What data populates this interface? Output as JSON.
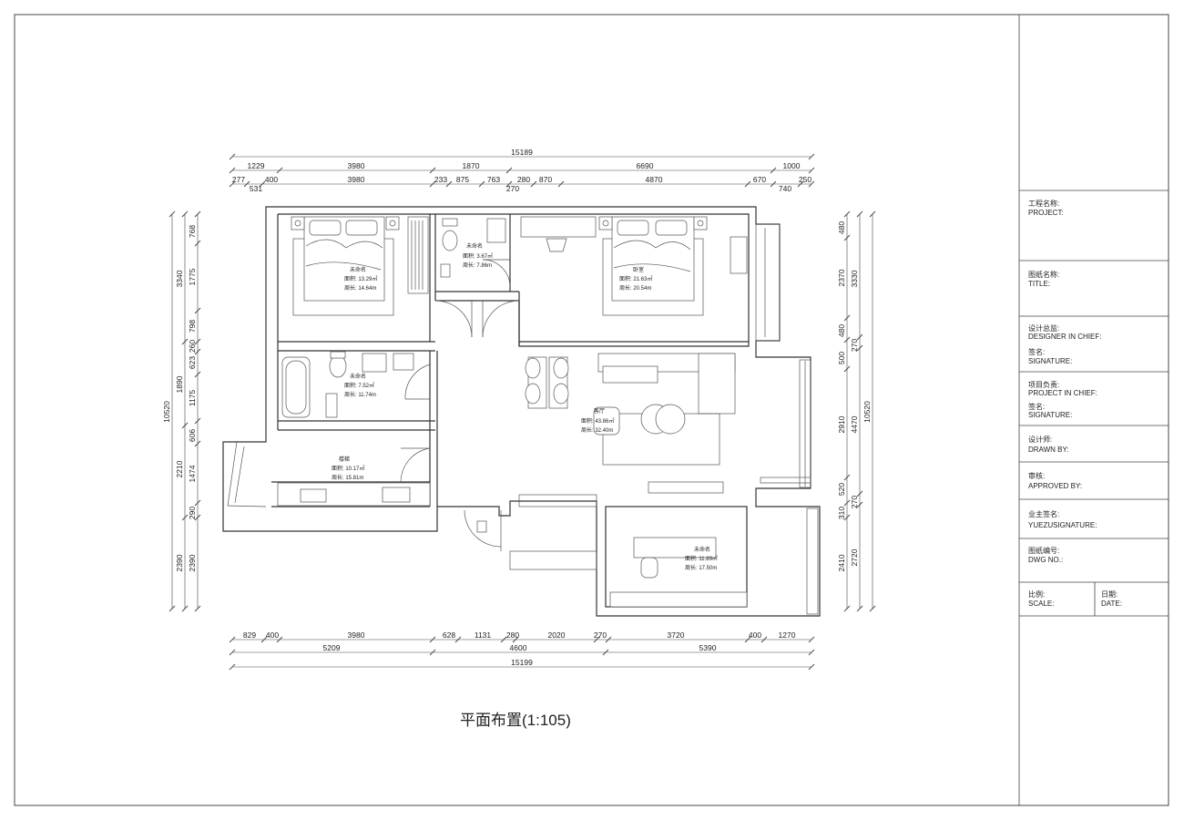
{
  "drawing": {
    "caption": "平面布置(1:105)"
  },
  "dimensions": {
    "top_total": "15189",
    "top_row1": [
      "1229",
      "3980",
      "1870",
      "6690",
      "1000"
    ],
    "top_row2": [
      "277",
      "400",
      "3980",
      "233",
      "875",
      "763",
      "280",
      "870",
      "4870",
      "670",
      "250"
    ],
    "top_row3": [
      "531",
      "270",
      "740"
    ],
    "bottom_row1": [
      "829",
      "400",
      "3980",
      "628",
      "1131",
      "280",
      "2020",
      "270",
      "3720",
      "400",
      "1270"
    ],
    "bottom_row2": [
      "5209",
      "4600",
      "5390"
    ],
    "bottom_total": "15199",
    "left_outer": "10520",
    "left_mid": [
      "3340",
      "1890",
      "2210",
      "2390"
    ],
    "left_inner": [
      "768",
      "1775",
      "798",
      "260",
      "623",
      "1175",
      "606",
      "1474",
      "290",
      "2390"
    ],
    "right_inner": [
      "480",
      "2370",
      "480",
      "500",
      "2910",
      "520",
      "310",
      "2410"
    ],
    "right_mid": [
      "3330",
      "270",
      "4470",
      "270",
      "2720"
    ],
    "right_outer": "10520"
  },
  "rooms": [
    {
      "name": "未命名",
      "area": "面积: 13.29㎡",
      "perimeter": "周长: 14.64m"
    },
    {
      "name": "未命名",
      "area": "面积: 3.67㎡",
      "perimeter": "周长: 7.86m"
    },
    {
      "name": "卧室",
      "area": "面积: 21.63㎡",
      "perimeter": "周长: 20.54m"
    },
    {
      "name": "未命名",
      "area": "面积: 7.52㎡",
      "perimeter": "周长: 11.74m"
    },
    {
      "name": "客厅",
      "area": "面积: 43.86㎡",
      "perimeter": "周长: 32.40m"
    },
    {
      "name": "楼梯",
      "area": "面积: 10.17㎡",
      "perimeter": "周长: 15.81m"
    },
    {
      "name": "未命名",
      "area": "面积: 11.89㎡",
      "perimeter": "周长: 17.50m"
    }
  ],
  "title_block": {
    "project_cn": "工程名称:",
    "project_en": "PROJECT:",
    "title_cn": "图纸名称:",
    "title_en": "TITLE:",
    "designer_chief_cn": "设计总监:",
    "designer_chief_en": "DESIGNER IN CHIEF:",
    "sign1_cn": "签名:",
    "sign1_en": "SIGNATURE:",
    "project_chief_cn": "项目负责:",
    "project_chief_en": "PROJECT  IN CHIEF:",
    "sign2_cn": "签名:",
    "sign2_en": "SIGNATURE:",
    "drawn_cn": "设计师:",
    "drawn_en": "DRAWN BY:",
    "approved_cn": "审核:",
    "approved_en": "APPROVED BY:",
    "owner_cn": "业主签名:",
    "owner_en": "YUEZUSIGNATURE:",
    "dwg_cn": "图纸编号:",
    "dwg_en": "DWG NO.:",
    "scale_cn": "比例:",
    "scale_en": "SCALE:",
    "date_cn": "日期:",
    "date_en": "DATE:"
  }
}
